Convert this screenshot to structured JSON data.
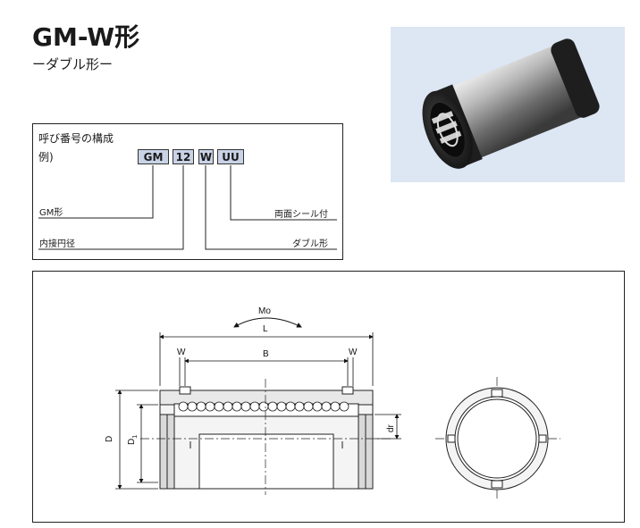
{
  "header": {
    "title": "GM-W形",
    "subtitle": "ーダブル形ー"
  },
  "designation": {
    "heading": "呼び番号の構成",
    "example_label": "例)",
    "codes": [
      "GM",
      "12",
      "W",
      "UU"
    ],
    "labels": {
      "series": "GM形",
      "inner_diameter": "内接円径",
      "double_type": "ダブル形",
      "seals": "両面シール付"
    }
  },
  "drawing": {
    "dims": {
      "mo": "Mo",
      "l": "L",
      "b": "B",
      "w_left": "W",
      "w_right": "W",
      "d": "D",
      "d1_main": "D",
      "d1_sub": "1",
      "dr": "dr"
    }
  },
  "colors": {
    "chip_fill": "#c9d3e6",
    "photo_background": "#dde6f3"
  }
}
